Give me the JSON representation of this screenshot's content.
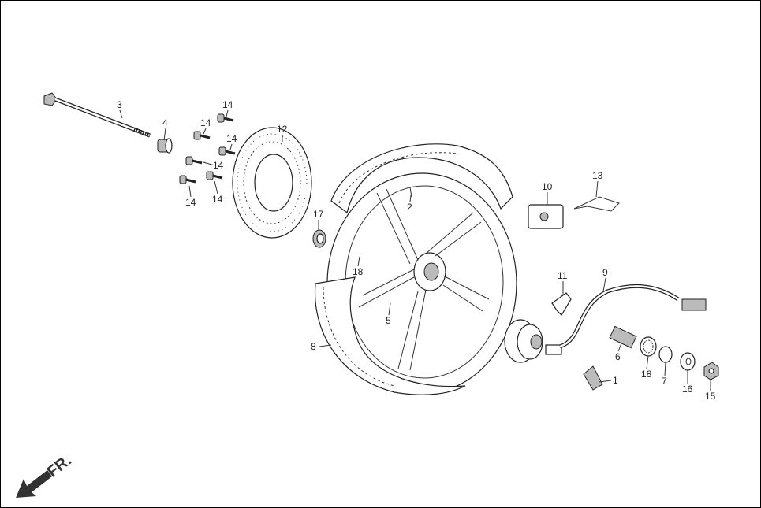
{
  "diagram": {
    "callouts": [
      "3",
      "4",
      "14",
      "14",
      "14",
      "14",
      "14",
      "14",
      "12",
      "17",
      "2",
      "10",
      "13",
      "18",
      "11",
      "9",
      "5",
      "8",
      "6",
      "18",
      "7",
      "16",
      "15",
      "1"
    ],
    "direction_label": "FR.",
    "colors": {
      "line": "#222222",
      "shade": "#bbbbbb",
      "background": "#ffffff"
    }
  }
}
